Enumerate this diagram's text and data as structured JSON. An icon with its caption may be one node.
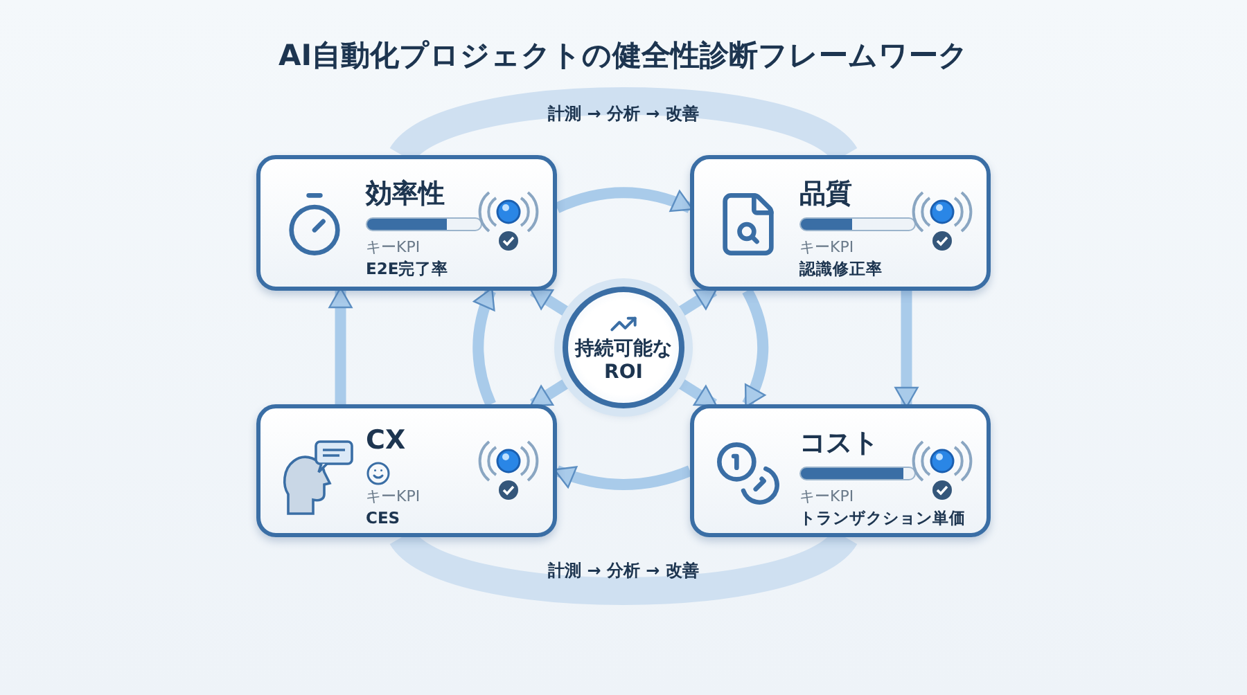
{
  "diagram": {
    "title": "AI自動化プロジェクトの健全性診断フレームワーク",
    "nodes": [
      {
        "text": [
          "効率性",
          "キーKPI",
          "E2E完了率"
        ]
      },
      {
        "text": [
          "品質",
          "キーKPI",
          "認識修正率"
        ]
      },
      {
        "text": [
          "持続可能なROI"
        ]
      },
      {
        "text": [
          "CX",
          "キーKPI",
          "CES"
        ]
      },
      {
        "text": [
          "コスト",
          "キーKPI",
          "トランザクション単価"
        ]
      }
    ],
    "edges": [
      {
        "from": 0,
        "to": 1,
        "arrow": "to"
      },
      {
        "from": 1,
        "to": 4,
        "arrow": "to"
      },
      {
        "from": 1,
        "to": 4,
        "arrow": "to"
      },
      {
        "from": 4,
        "to": 3,
        "arrow": "to"
      },
      {
        "from": 3,
        "to": 0,
        "arrow": "to"
      },
      {
        "from": 3,
        "to": 0,
        "arrow": "to"
      },
      {
        "from": 2,
        "to": 0,
        "arrow": "to"
      },
      {
        "from": 2,
        "to": 1,
        "arrow": "to"
      },
      {
        "from": 2,
        "to": 3,
        "arrow": "to"
      },
      {
        "from": 2,
        "to": 4,
        "arrow": "to"
      }
    ],
    "labels": [
      "計測 → 分析 → 改善",
      "計測 → 分析 → 改善"
    ]
  }
}
